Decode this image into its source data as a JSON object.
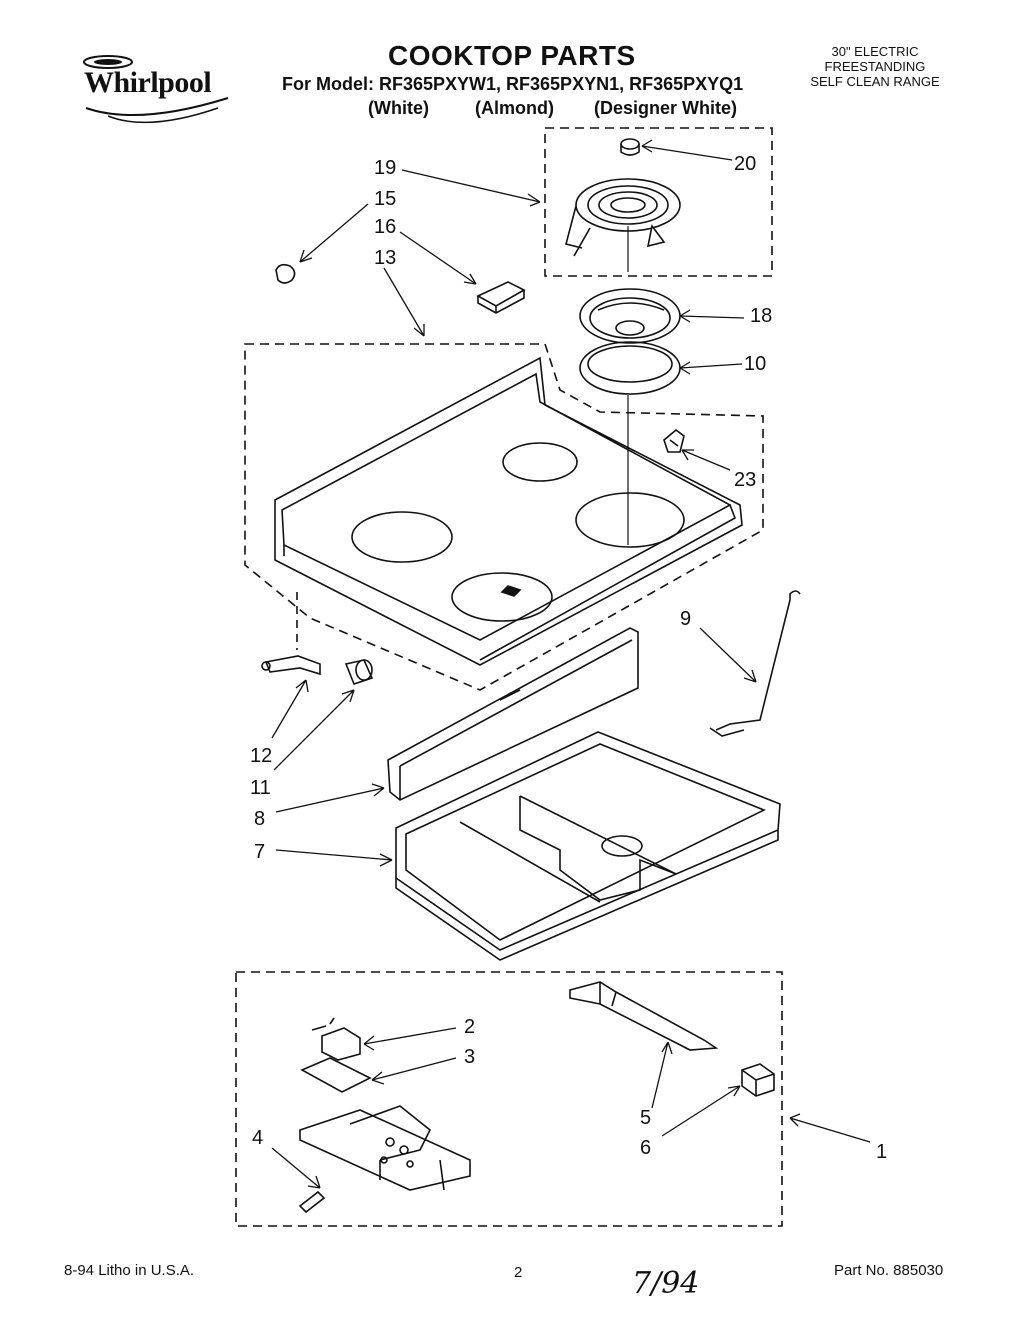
{
  "header": {
    "logo_text": "Whirlpool",
    "title": "COOKTOP PARTS",
    "model_line": "For Model: RF365PXYW1, RF365PXYN1, RF365PXYQ1",
    "colors": [
      "(White)",
      "(Almond)",
      "(Designer White)"
    ],
    "spec_lines": [
      "30\" ELECTRIC",
      "FREESTANDING",
      "SELF CLEAN RANGE"
    ]
  },
  "callouts": {
    "c1": "1",
    "c2": "2",
    "c3": "3",
    "c4": "4",
    "c5": "5",
    "c6": "6",
    "c7": "7",
    "c8": "8",
    "c9": "9",
    "c10": "10",
    "c11": "11",
    "c12": "12",
    "c13": "13",
    "c15": "15",
    "c16": "16",
    "c18": "18",
    "c19": "19",
    "c20": "20",
    "c23": "23"
  },
  "footer": {
    "date_litho": "8-94  Litho in U.S.A.",
    "page_number": "2",
    "handwritten_note": "7/94",
    "part_number": "Part No. 885030"
  }
}
